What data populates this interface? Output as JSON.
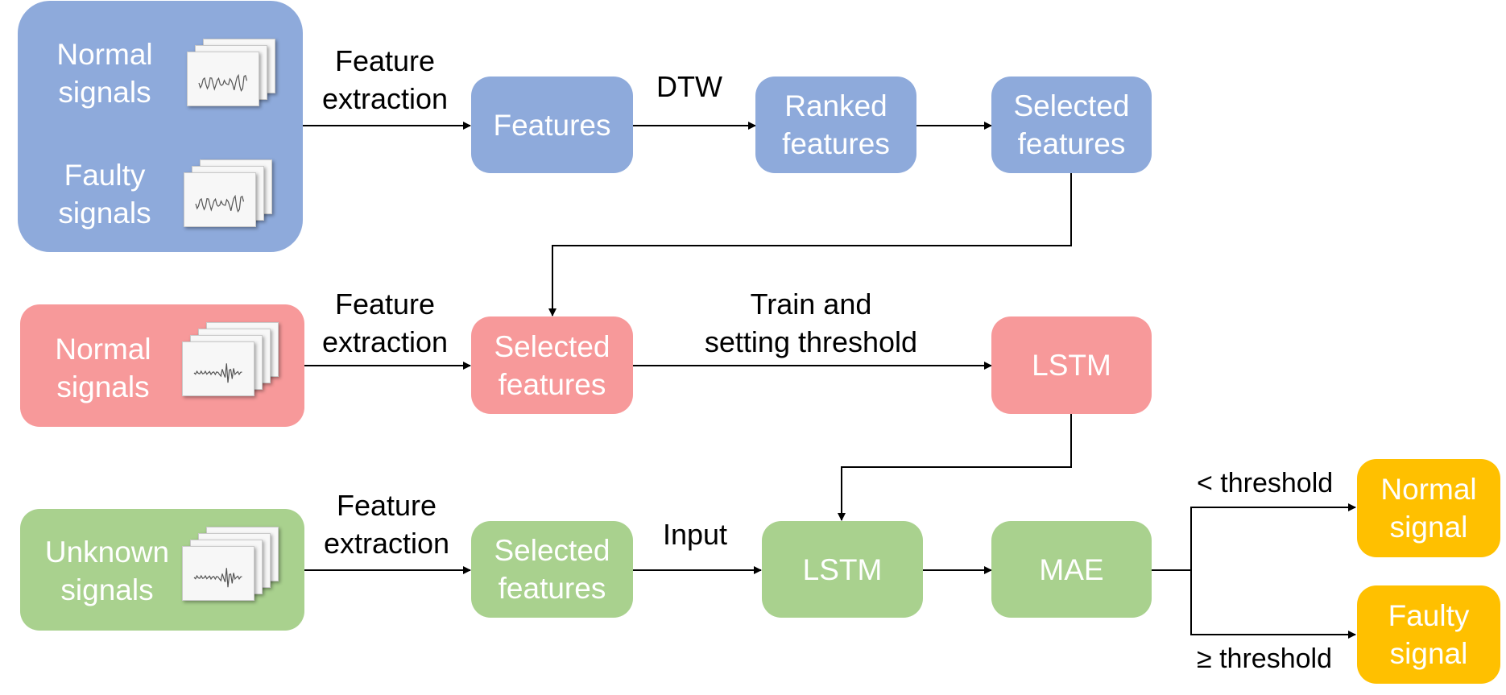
{
  "colors": {
    "training_stage": "#8eaadb",
    "threshold_stage": "#f7999a",
    "testing_stage": "#a9d18e",
    "output": "#ffc000",
    "arrow": "#000000"
  },
  "row1": {
    "source": {
      "normal_label": "Normal\nsignals",
      "faulty_label": "Faulty\nsignals"
    },
    "edge_feature_extraction": "Feature\nextraction",
    "features_box": "Features",
    "edge_dtw": "DTW",
    "ranked_box": "Ranked\nfeatures",
    "selected_box": "Selected\nfeatures"
  },
  "row2": {
    "source": {
      "normal_label": "Normal\nsignals"
    },
    "edge_feature_extraction": "Feature\nextraction",
    "selected_box": "Selected\nfeatures",
    "edge_train": "Train and\nsetting threshold",
    "lstm_box": "LSTM"
  },
  "row3": {
    "source": {
      "unknown_label": "Unknown\nsignals"
    },
    "edge_feature_extraction": "Feature\nextraction",
    "selected_box": "Selected\nfeatures",
    "edge_input": "Input",
    "lstm_box": "LSTM",
    "mae_box": "MAE",
    "edge_below_threshold": "< threshold",
    "edge_above_threshold": "≥ threshold",
    "normal_output": "Normal\nsignal",
    "faulty_output": "Faulty\nsignal"
  }
}
